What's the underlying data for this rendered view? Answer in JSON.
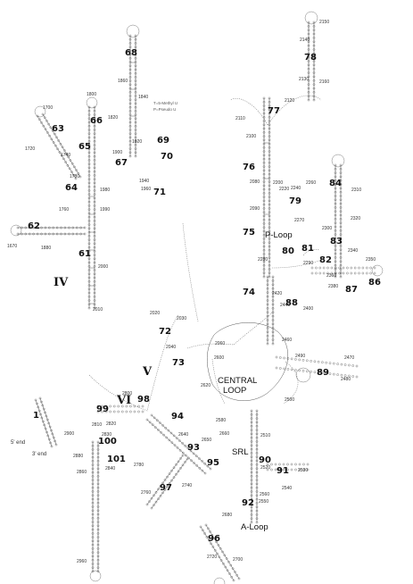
{
  "diagram": {
    "domain_labels": [
      {
        "id": "IV",
        "text": "IV"
      },
      {
        "id": "V",
        "text": "V"
      },
      {
        "id": "VI",
        "text": "VI"
      }
    ],
    "region_labels": [
      {
        "id": "central-loop-1",
        "text": "CENTRAL"
      },
      {
        "id": "central-loop-2",
        "text": "LOOP"
      },
      {
        "id": "p-loop",
        "text": "P-Loop"
      },
      {
        "id": "a-loop",
        "text": "A-Loop"
      },
      {
        "id": "srl",
        "text": "SRL"
      }
    ],
    "end_labels": [
      {
        "id": "five-end",
        "text": "5' end"
      },
      {
        "id": "three-end",
        "text": "3' end"
      }
    ],
    "note_lines": [
      "T=5-Methyl U",
      "P=Pseudo U"
    ],
    "helix_numbers": [
      "1",
      "61",
      "62",
      "63",
      "64",
      "65",
      "66",
      "67",
      "68",
      "69",
      "70",
      "71",
      "72",
      "73",
      "74",
      "75",
      "76",
      "77",
      "78",
      "79",
      "80",
      "81",
      "82",
      "83",
      "84",
      "86",
      "87",
      "88",
      "89",
      "90",
      "91",
      "92",
      "93",
      "94",
      "95",
      "96",
      "97",
      "98",
      "99",
      "100",
      "101"
    ],
    "position_numbers": [
      "1670",
      "1700",
      "1720",
      "1740",
      "1760",
      "1780",
      "1800",
      "1820",
      "1840",
      "1860",
      "1880",
      "1900",
      "1920",
      "1940",
      "1960",
      "1980",
      "1990",
      "2000",
      "2010",
      "2020",
      "2030",
      "2040",
      "2060",
      "2080",
      "2090",
      "2100",
      "2110",
      "2120",
      "2130",
      "2140",
      "2150",
      "2160",
      "2200",
      "2220",
      "2240",
      "2260",
      "2270",
      "2280",
      "2290",
      "2300",
      "2310",
      "2320",
      "2340",
      "2350",
      "2360",
      "2380",
      "2400",
      "2420",
      "2440",
      "2460",
      "2470",
      "2480",
      "2490",
      "2500",
      "2510",
      "2520",
      "2530",
      "2540",
      "2550",
      "2560",
      "2580",
      "2600",
      "2620",
      "2640",
      "2650",
      "2660",
      "2680",
      "2700",
      "2720",
      "2740",
      "2760",
      "2780",
      "2800",
      "2810",
      "2820",
      "2830",
      "2840",
      "2860",
      "2880",
      "2900",
      "2960"
    ]
  }
}
